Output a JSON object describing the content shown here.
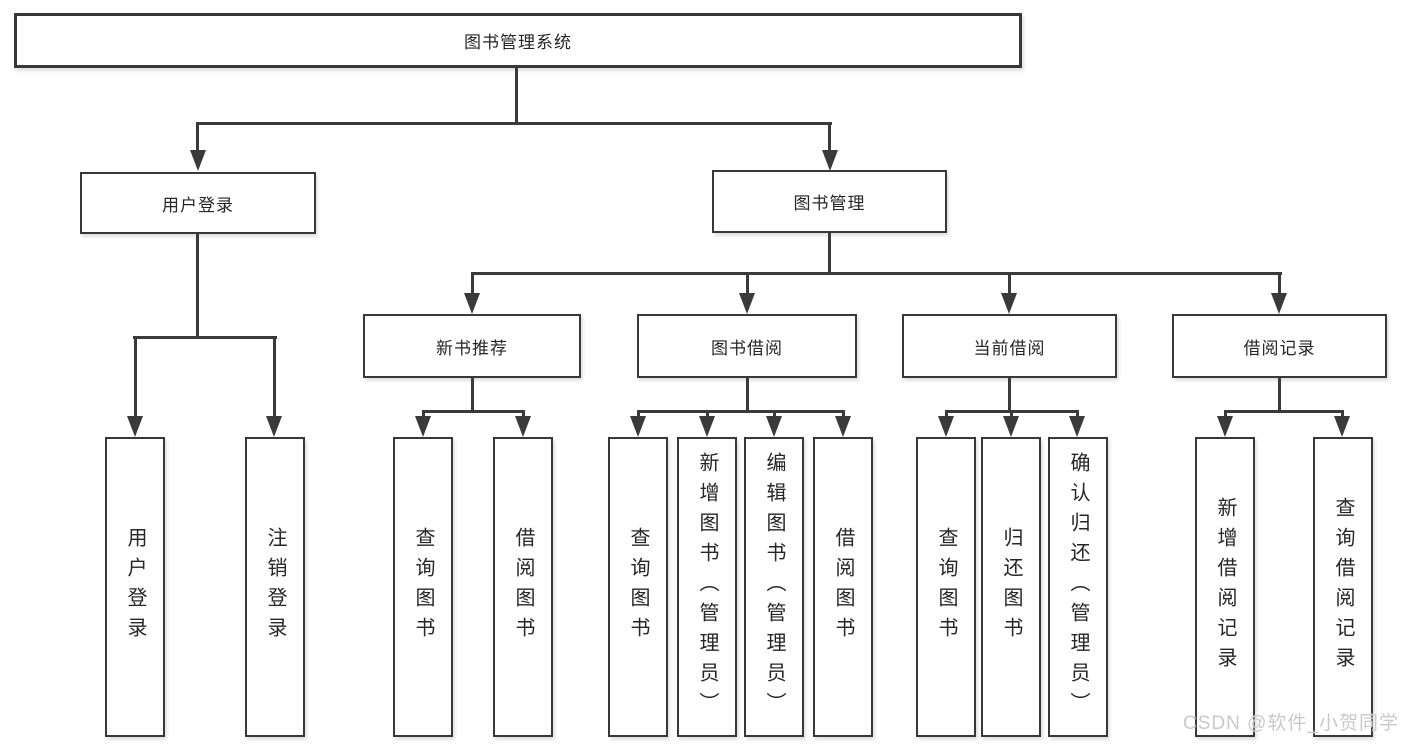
{
  "diagram": {
    "root": {
      "label": "图书管理系统"
    },
    "user_login": {
      "label": "用户登录",
      "children": [
        {
          "label": "用户登录"
        },
        {
          "label": "注销登录"
        }
      ]
    },
    "book_management": {
      "label": "图书管理",
      "groups": [
        {
          "label": "新书推荐",
          "children": [
            {
              "label": "查询图书"
            },
            {
              "label": "借阅图书"
            }
          ]
        },
        {
          "label": "图书借阅",
          "children": [
            {
              "label": "查询图书"
            },
            {
              "label": "新增图书（管理员）"
            },
            {
              "label": "编辑图书（管理员）"
            },
            {
              "label": "借阅图书"
            }
          ]
        },
        {
          "label": "当前借阅",
          "children": [
            {
              "label": "查询图书"
            },
            {
              "label": "归还图书"
            },
            {
              "label": "确认归还（管理员）"
            }
          ]
        },
        {
          "label": "借阅记录",
          "children": [
            {
              "label": "新增借阅记录"
            },
            {
              "label": "查询借阅记录"
            }
          ]
        }
      ]
    }
  },
  "watermark": {
    "text": "CSDN @软件_小贺同学"
  },
  "colors": {
    "background": "#ffffff",
    "line": "#3a3a3a",
    "border": "#383838",
    "text": "#262626",
    "watermark": "#c9c9c9"
  }
}
